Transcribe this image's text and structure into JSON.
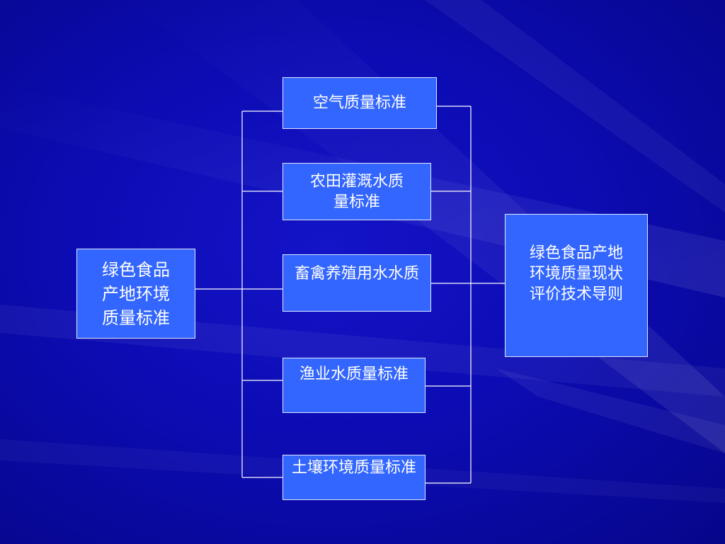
{
  "diagram": {
    "source": {
      "label": "绿色食品产地环境质量标准",
      "lines": [
        "绿色食品",
        "产地环境",
        "质量标准"
      ]
    },
    "standards": [
      {
        "label": "空气质量标准",
        "lines": [
          "空气质量标准"
        ]
      },
      {
        "label": "农田灌溉水质量标准",
        "lines": [
          "农田灌溉水质",
          "量标准"
        ]
      },
      {
        "label": "畜禽养殖用水水质",
        "lines": [
          "畜禽养殖用水水质"
        ]
      },
      {
        "label": "渔业水质量标准",
        "lines": [
          "渔业水质量标准"
        ]
      },
      {
        "label": "土壤环境质量标准",
        "lines": [
          "土壤环境质量标准"
        ]
      }
    ],
    "target": {
      "label": "绿色食品产地环境质量现状评价技术导则",
      "lines": [
        "绿色食品产地",
        "环境质量现状",
        "评价技术导则"
      ]
    }
  },
  "colors": {
    "background": "#0c0cb4",
    "box_fill": "#3366ff",
    "line": "#ffffff"
  }
}
